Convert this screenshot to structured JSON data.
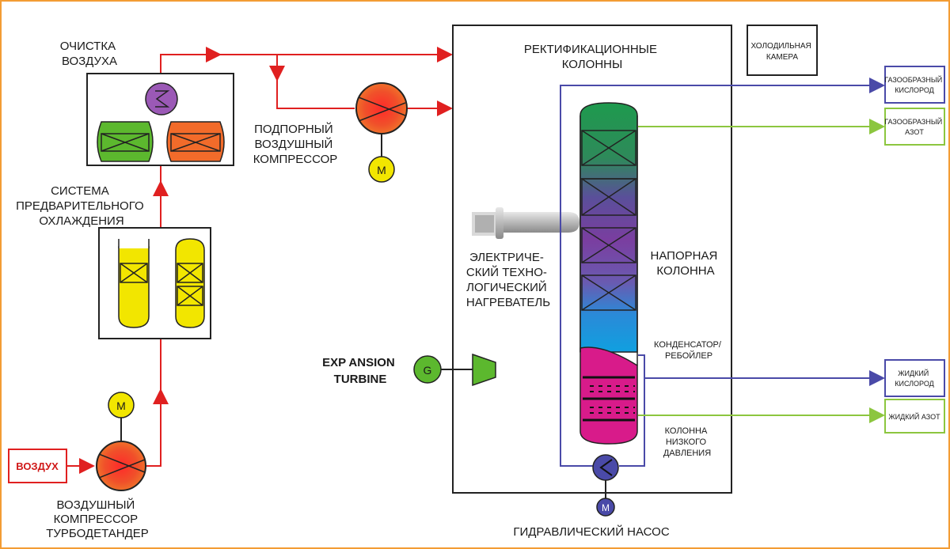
{
  "labels": {
    "air_purification": [
      "ОЧИСТКА",
      "ВОЗДУХА"
    ],
    "precooling_system": [
      "СИСТЕМА",
      "ПРЕДВАРИТЕЛЬНОГО",
      "ОХЛАЖДЕНИЯ"
    ],
    "booster_compressor": [
      "ПОДПОРНЫЙ",
      "ВОЗДУШНЫЙ",
      "КОМПРЕССОР"
    ],
    "rectification_columns": [
      "РЕКТИФИКАЦИОННЫЕ",
      "КОЛОННЫ"
    ],
    "cold_box": [
      "ХОЛОДИЛЬНАЯ",
      "КАМЕРА"
    ],
    "electric_heater": [
      "ЭЛЕКТРИЧЕ-",
      "СКИЙ ТЕХНО-",
      "ЛОГИЧЕСКИЙ",
      "НАГРЕВАТЕЛЬ"
    ],
    "pressure_column": [
      "НАПОРНАЯ",
      "КОЛОННА"
    ],
    "condenser_reboiler": [
      "КОНДЕНСАТОР/",
      "РЕБОЙЛЕР"
    ],
    "low_pressure_column": [
      "КОЛОННА",
      "НИЗКОГО",
      "ДАВЛЕНИЯ"
    ],
    "expansion_turbine": [
      "EXP ANSION",
      "TURBINE"
    ],
    "air_compressor": [
      "ВОЗДУШНЫЙ",
      "КОМПРЕССОР",
      "ТУРБОДЕТАНДЕР"
    ],
    "hydraulic_pump": "ГИДРАВЛИЧЕСКИЙ НАСОС",
    "air_input": "ВОЗДУХ",
    "motor": "M",
    "generator": "G"
  },
  "outputs": [
    {
      "name": "gas-oxygen",
      "lines": [
        "ГАЗООБРАЗНЫЙ",
        "КИСЛОРОД"
      ],
      "color": "#4a4aa8"
    },
    {
      "name": "gas-nitrogen",
      "lines": [
        "ГАЗООБРАЗНЫЙ",
        "АЗОТ"
      ],
      "color": "#8cc63f"
    },
    {
      "name": "liquid-oxygen",
      "lines": [
        "ЖИДКИЙ",
        "КИСЛОРОД"
      ],
      "color": "#4a4aa8"
    },
    {
      "name": "liquid-nitrogen",
      "lines": [
        "ЖИДКИЙ АЗОТ"
      ],
      "color": "#8cc63f"
    }
  ],
  "colors": {
    "air_line": "#e02020",
    "oxygen_line": "#4a4aa8",
    "nitrogen_line": "#8cc63f",
    "motor": "#f2e600",
    "generator": "#5cb82e",
    "frame": "#f39c34"
  }
}
